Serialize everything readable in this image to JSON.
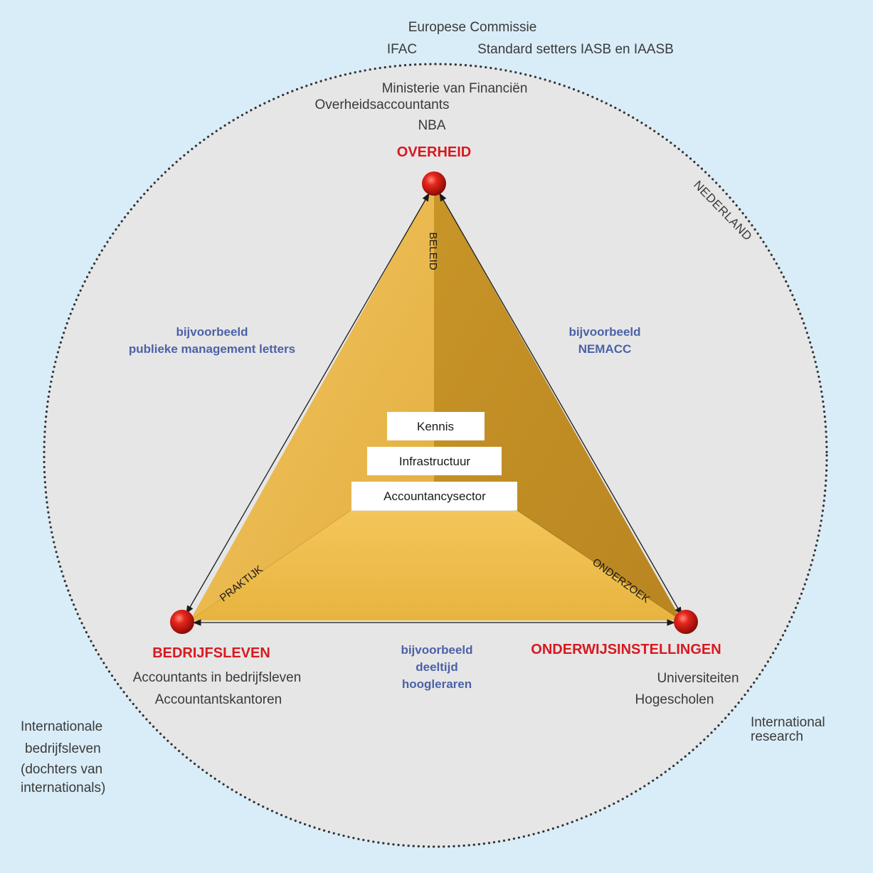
{
  "outside_top": {
    "line1": "Europese Commissie",
    "line2_left": "IFAC",
    "line2_right": "Standard setters IASB en IAASB"
  },
  "country_label": "NEDERLAND",
  "overheid": {
    "items": [
      "Ministerie van Financiën",
      "Overheidsaccountants",
      "NBA"
    ],
    "title": "OVERHEID"
  },
  "bedrijfsleven": {
    "title": "BEDRIJFSLEVEN",
    "items": [
      "Accountants in bedrijfsleven",
      "Accountantskantoren"
    ]
  },
  "onderwijs": {
    "title": "ONDERWIJSINSTELLINGEN",
    "items": [
      "Universiteiten",
      "Hogescholen"
    ]
  },
  "edges": {
    "beleid": "BELEID",
    "praktijk": "PRAKTIJK",
    "onderzoek": "ONDERZOEK"
  },
  "examples": {
    "left": [
      "bijvoorbeeld",
      "publieke management letters"
    ],
    "right": [
      "bijvoorbeeld",
      "NEMACC"
    ],
    "bottom": [
      "bijvoorbeeld",
      "deeltijd",
      "hoogleraren"
    ]
  },
  "core_boxes": [
    "Kennis",
    "Infrastructuur",
    "Accountancysector"
  ],
  "outside_left": [
    "Internationale",
    "bedrijfsleven",
    "(dochters van",
    "internationals)"
  ],
  "outside_right": [
    "International",
    "research"
  ],
  "colors": {
    "background": "#d9edf8",
    "circle_fill": "#e6e6e6",
    "accent_red": "#d71920",
    "example_blue": "#4b62a8",
    "gold_light": "#f0c354",
    "gold_dark": "#c5962a"
  },
  "icons": {
    "node": "red-sphere-icon"
  }
}
